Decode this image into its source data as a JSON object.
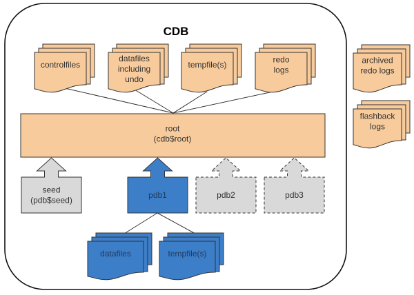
{
  "diagram": {
    "title": "CDB",
    "colors": {
      "file_fill": "#f8cb9c",
      "pdb_active_fill": "#3d7ec8",
      "pdb_inactive_fill": "#d9d9d9",
      "stroke": "#333333"
    },
    "cdb_files": [
      {
        "id": "controlfiles",
        "lines": [
          "controlfiles"
        ]
      },
      {
        "id": "datafiles",
        "lines": [
          "datafiles",
          "including",
          "undo"
        ]
      },
      {
        "id": "tempfiles",
        "lines": [
          "tempfile(s)"
        ]
      },
      {
        "id": "redo",
        "lines": [
          "redo",
          "logs"
        ]
      }
    ],
    "external_files": [
      {
        "id": "archived",
        "lines": [
          "archived",
          "redo logs"
        ]
      },
      {
        "id": "flashback",
        "lines": [
          "flashback",
          "logs"
        ]
      }
    ],
    "root": {
      "lines": [
        "root",
        "(cdb$root)"
      ]
    },
    "containers": [
      {
        "id": "seed",
        "lines": [
          "seed",
          "(pdb$seed)"
        ],
        "style": "solid-gray"
      },
      {
        "id": "pdb1",
        "lines": [
          "pdb1"
        ],
        "style": "solid-blue"
      },
      {
        "id": "pdb2",
        "lines": [
          "pdb2"
        ],
        "style": "dashed-gray"
      },
      {
        "id": "pdb3",
        "lines": [
          "pdb3"
        ],
        "style": "dashed-gray"
      }
    ],
    "pdb1_files": [
      {
        "id": "pdb1-datafiles",
        "lines": [
          "datafiles"
        ]
      },
      {
        "id": "pdb1-tempfiles",
        "lines": [
          "tempfile(s)"
        ]
      }
    ]
  }
}
